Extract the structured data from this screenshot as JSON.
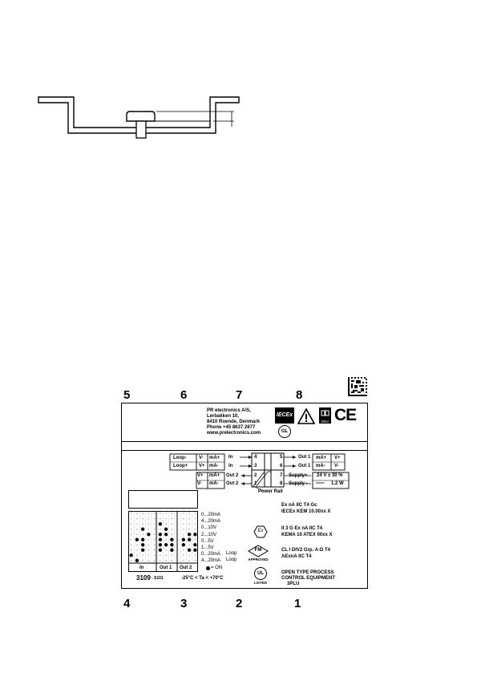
{
  "positions": {
    "top": [
      "5",
      "6",
      "7",
      "8"
    ],
    "bottom": [
      "4",
      "3",
      "2",
      "1"
    ]
  },
  "company": {
    "name": "PR electronics A/S,",
    "street": "Lerbakken 10,",
    "city": "8410 Roende, Denmark",
    "phone": "Phone +45 8637 2677",
    "web": "www.prelectronics.com"
  },
  "logos": {
    "iecex": "IECEx",
    "gl": "GL",
    "dnv": "DNV",
    "ce": "CE",
    "ex": "Ex",
    "fm": "FM",
    "fm_sub": "APPROVED",
    "ul": "UL",
    "ul_sub": "LISTED"
  },
  "terminals": {
    "loop_minus": "Loop-",
    "loop_plus": "Loop+",
    "v_minus": "V-",
    "v_plus": "V+",
    "ma_plus": "mA+",
    "ma_minus": "mA-",
    "in": "In",
    "out2": "Out 2",
    "out1": "Out 1",
    "supply_plus": "Supply+",
    "supply_minus": "Supply -",
    "power_rail": "Power Rail",
    "t1": "1",
    "t2": "2",
    "t3": "3",
    "t4": "4",
    "t5": "5",
    "t6": "6",
    "t7": "7",
    "t8": "8",
    "supply_v": "24 V ± 30 %",
    "supply_w": "1.2 W",
    "dc_symbol": "═══"
  },
  "approvals": {
    "iecex_line1": "Ex nA IIC T4 Gc",
    "iecex_line2": "IECEx KEM 10.00xx X",
    "atex_line1": "II 3 G Ex nA IIC T4",
    "atex_line2": "KEMA 10 ATEX 00xx X",
    "fm_line1": "CL I DIV2  Grp. A-D T4",
    "fm_line2": "AExnA IIC T4",
    "ul_line1": "OPEN TYPE PROCESS",
    "ul_line2": "CONTROL EQUIPMENT",
    "ul_line3": "3PLU"
  },
  "ranges": [
    "0...20mA",
    "4...20mA",
    "0...10V",
    "2...10V",
    "0...5V",
    "1...5V",
    "0...20mA",
    "4...20mA"
  ],
  "loop_labels": [
    "Loop",
    "Loop"
  ],
  "legend": {
    "on": "= ON",
    "col_in": "In",
    "col_out1": "Out 1",
    "col_out2": "Out 2"
  },
  "model": "3109",
  "model_suffix": "- S101",
  "temp": "-25°C < Ta < +70°C",
  "dip_pattern": [
    [
      0,
      0,
      0,
      0,
      0,
      0,
      0,
      0,
      0,
      0,
      0,
      0
    ],
    [
      0,
      0,
      0,
      0,
      0,
      0,
      0,
      0,
      0,
      0,
      0,
      0
    ],
    [
      0,
      0,
      0,
      0,
      0,
      1,
      0,
      0,
      0,
      0,
      0,
      0
    ],
    [
      0,
      0,
      1,
      0,
      0,
      0,
      1,
      0,
      0,
      0,
      0,
      0
    ],
    [
      0,
      0,
      0,
      1,
      0,
      1,
      1,
      0,
      0,
      0,
      1,
      1
    ],
    [
      0,
      1,
      1,
      0,
      0,
      1,
      0,
      1,
      0,
      1,
      1,
      0
    ],
    [
      0,
      0,
      1,
      0,
      0,
      1,
      1,
      1,
      0,
      1,
      0,
      1
    ],
    [
      0,
      0,
      1,
      0,
      0,
      1,
      0,
      1,
      0,
      0,
      1,
      1
    ],
    [
      1,
      0,
      0,
      0,
      0,
      0,
      0,
      0,
      0,
      0,
      0,
      0
    ],
    [
      0,
      1,
      0,
      0,
      0,
      0,
      0,
      0,
      0,
      0,
      0,
      0
    ]
  ]
}
